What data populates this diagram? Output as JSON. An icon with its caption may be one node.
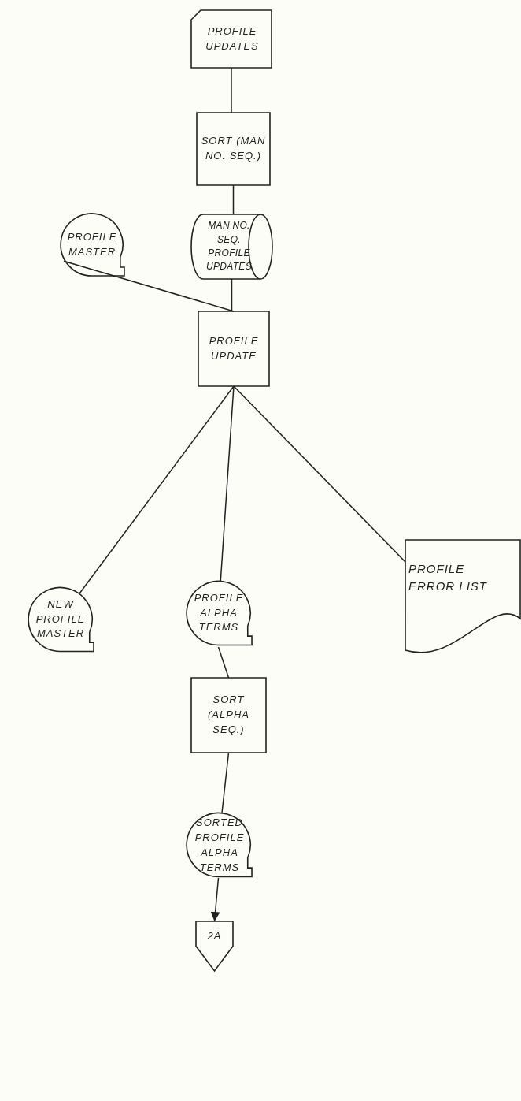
{
  "diagram": {
    "nodes": [
      {
        "text": [
          "PROFILE UPDATES"
        ]
      },
      {
        "text": [
          "SORT (MAN NO. SEQ.)"
        ]
      },
      {
        "text": [
          "MAN NO. SEQ. PROFILE UPDATES"
        ]
      },
      {
        "text": [
          "PROFILE MASTER"
        ]
      },
      {
        "text": [
          "PROFILE UPDATE"
        ]
      },
      {
        "text": [
          "NEW PROFILE MASTER"
        ]
      },
      {
        "text": [
          "PROFILE ALPHA TERMS"
        ]
      },
      {
        "text": [
          "PROFILE ERROR LIST"
        ]
      },
      {
        "text": [
          "SORT (ALPHA SEQ.)"
        ]
      },
      {
        "text": [
          "SORTED PROFILE ALPHA TERMS"
        ]
      },
      {
        "text": [
          "2A"
        ]
      }
    ],
    "edges": [
      {
        "from": 0,
        "to": 1,
        "arrow": "none"
      },
      {
        "from": 1,
        "to": 2,
        "arrow": "none"
      },
      {
        "from": 2,
        "to": 4,
        "arrow": "none"
      },
      {
        "from": 3,
        "to": 4,
        "arrow": "none"
      },
      {
        "from": 4,
        "to": 5,
        "arrow": "none"
      },
      {
        "from": 4,
        "to": 6,
        "arrow": "none"
      },
      {
        "from": 4,
        "to": 7,
        "arrow": "none"
      },
      {
        "from": 6,
        "to": 8,
        "arrow": "none"
      },
      {
        "from": 8,
        "to": 9,
        "arrow": "none"
      },
      {
        "from": 9,
        "to": 10,
        "arrow": "to"
      }
    ]
  }
}
